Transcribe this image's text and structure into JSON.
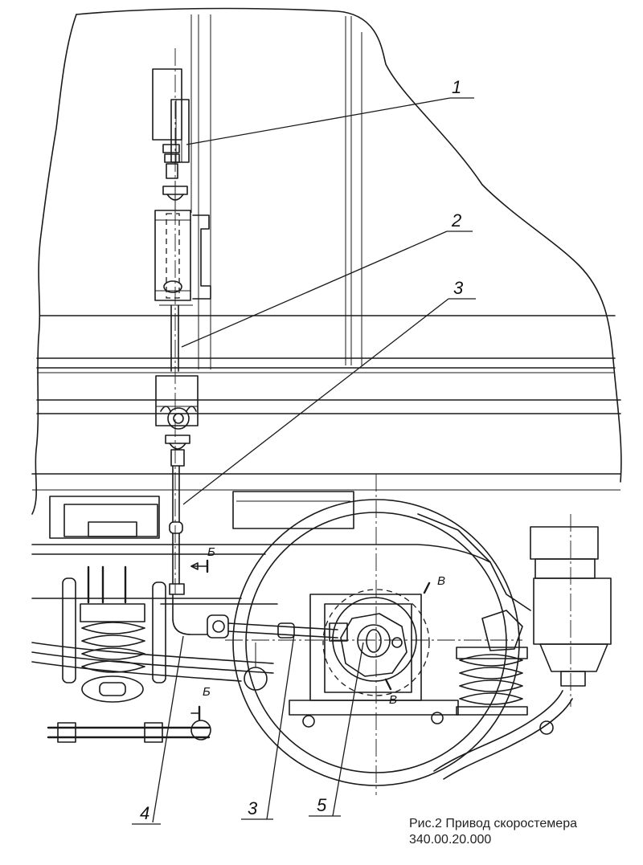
{
  "callouts": {
    "c1": "1",
    "c2": "2",
    "c3_upper": "3",
    "c3_lower": "3",
    "c4": "4",
    "c5": "5"
  },
  "section_marks": {
    "b_upper": "Б",
    "b_lower": "Б",
    "v_upper": "В",
    "v_lower": "В"
  },
  "caption": {
    "title": "Рис.2 Привод скоростемера",
    "code": "340.00.20.000"
  }
}
